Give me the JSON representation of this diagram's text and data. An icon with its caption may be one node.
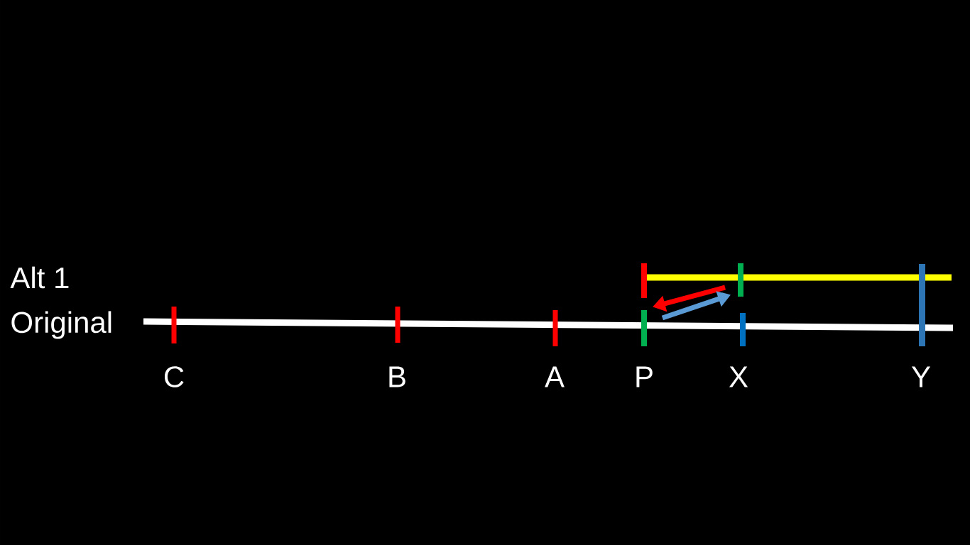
{
  "diagram": {
    "nodes": [
      {
        "text": [],
        "shape": "bar",
        "beside": [
          "C"
        ]
      },
      {
        "text": [],
        "shape": "bar",
        "beside": [
          "B"
        ]
      },
      {
        "text": [],
        "shape": "bar",
        "beside": [
          "A"
        ]
      },
      {
        "text": [],
        "shape": "bar",
        "beside": [
          "P"
        ]
      },
      {
        "text": [],
        "shape": "bar",
        "beside": [
          "X"
        ]
      },
      {
        "text": [],
        "shape": "bar",
        "beside": [
          "Y"
        ]
      },
      {
        "text": [],
        "shape": "bar"
      },
      {
        "text": [],
        "shape": "bar"
      }
    ],
    "edges": [
      {
        "from": 7,
        "to": 3,
        "arrow": "to",
        "color": "#ff0000"
      },
      {
        "from": 3,
        "to": 7,
        "arrow": "to",
        "color": "#5b9bd5"
      }
    ],
    "labels": [
      "Alt 1",
      "Original"
    ]
  }
}
